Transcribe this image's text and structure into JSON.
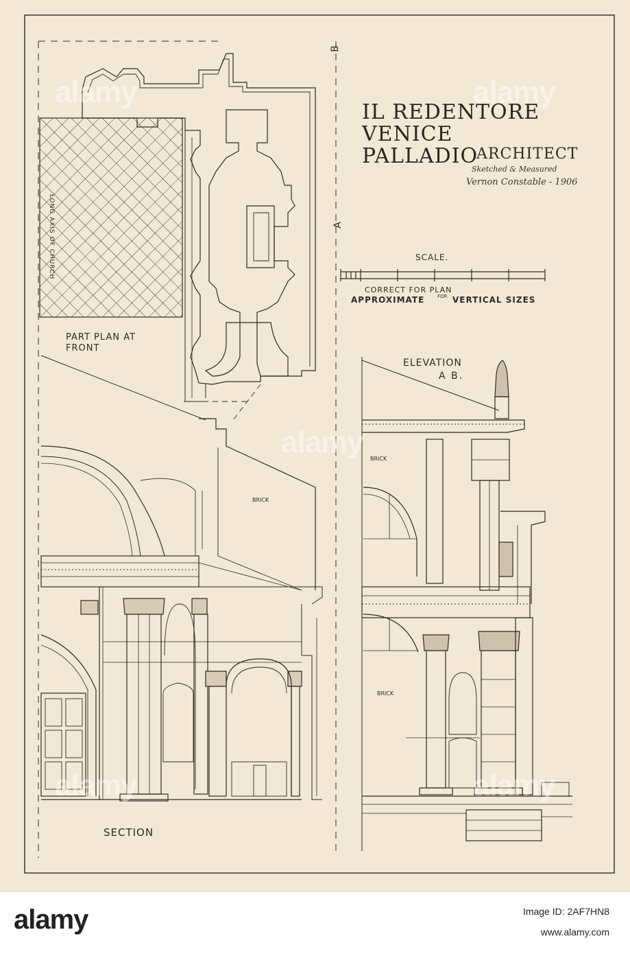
{
  "title": {
    "line1": "IL REDENTORE",
    "line2": "VENICE",
    "line3_a": "PALLADIO",
    "line3_b": "ARCHITECT"
  },
  "signature": {
    "line1": "Sketched & Measured",
    "line2": "Vernon Constable - 1906"
  },
  "plan": {
    "label_line1": "PART PLAN AT",
    "label_line2": "FRONT",
    "axis_text": "LONG AXIS OF CHURCH",
    "marker_a": "A",
    "marker_b": "B"
  },
  "scale": {
    "label": "SCALE.",
    "note1": "CORRECT FOR PLAN",
    "note2_a": "APPROXIMATE",
    "note2_b": "FOR",
    "note2_c": "VERTICAL SIZES"
  },
  "elevation": {
    "label_line1": "ELEVATION",
    "label_line2": "A B."
  },
  "section": {
    "label": "SECTION"
  },
  "materials": {
    "brick_1": "BRICK",
    "brick_2": "BRICK",
    "brick_3": "BRICK"
  },
  "watermark": {
    "text": "alamy"
  },
  "footer": {
    "logo": "alamy",
    "image_id": "Image ID: 2AF7HN8",
    "url": "www.alamy.com"
  },
  "colors": {
    "paper": "#f3e8d6",
    "ink": "#2f2a24",
    "footer_bg": "#ffffff"
  }
}
